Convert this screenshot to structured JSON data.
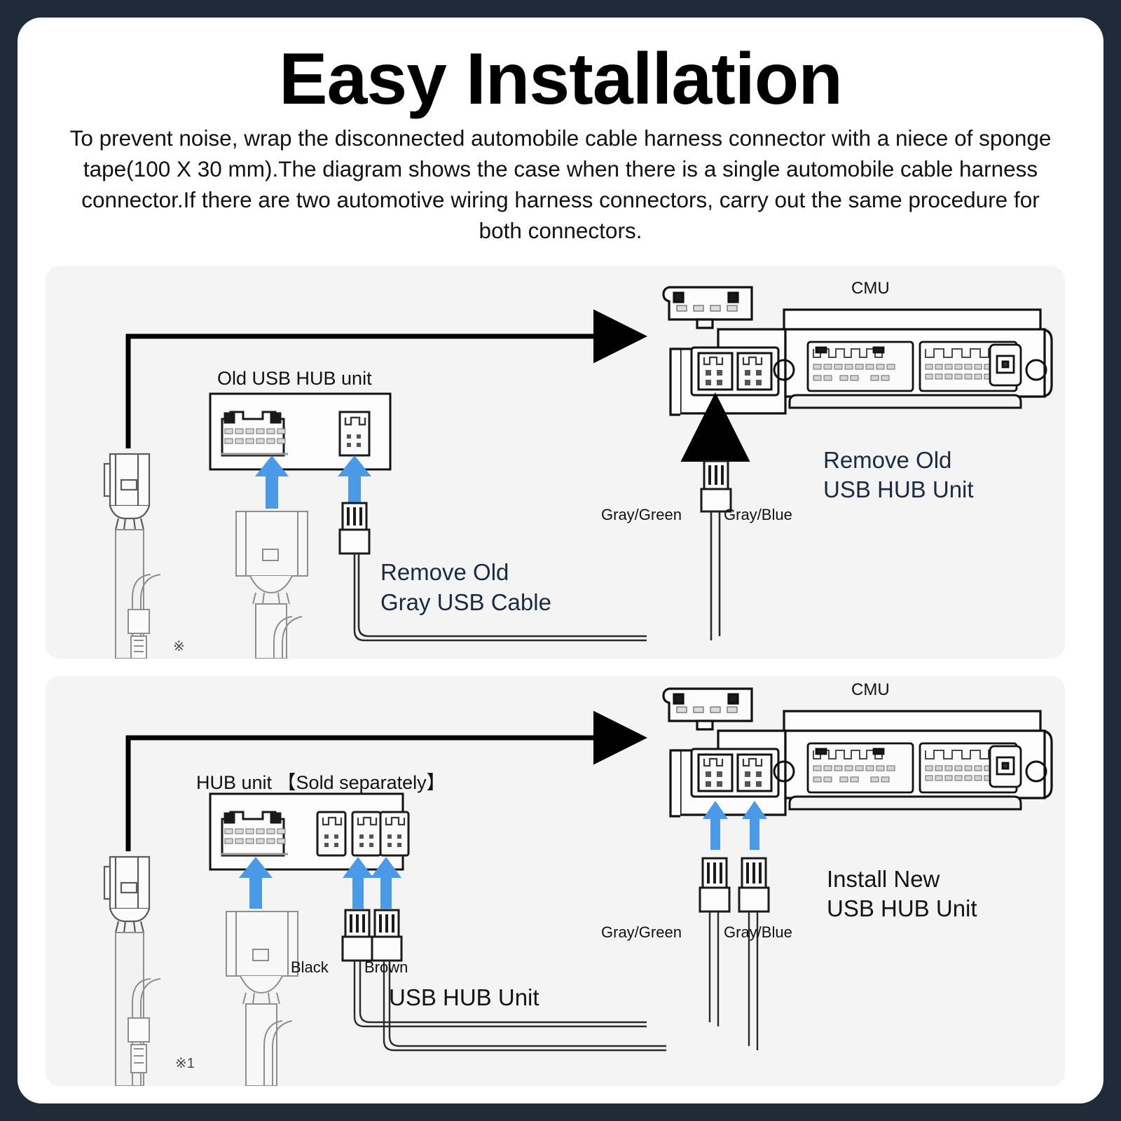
{
  "page": {
    "title": "Easy Installation",
    "intro": "To prevent noise, wrap the disconnected automobile cable harness connector with a niece of sponge tape(100 X 30 mm).The diagram shows the case when there is a single automobile cable harness connector.If there are two automotive wiring harness connectors, carry out the same procedure for both connectors.",
    "background_color": "#202b3a",
    "card_color": "#ffffff",
    "panel_color": "#f4f4f4",
    "arrow_blue": "#4a9ae8",
    "note_blue": "#1c2a41"
  },
  "panel_top": {
    "name": "remove-old-usb-hub-diagram",
    "hub_box_label": "Old USB HUB unit",
    "cmu_label": "CMU",
    "wire_labels": [
      "Gray/Green",
      "Gray/Blue"
    ],
    "note_cable_line1": "Remove Old",
    "note_cable_line2": "Gray USB Cable",
    "note_unit_line1": "Remove Old",
    "note_unit_line2": "USB HUB Unit",
    "reference_mark": "※"
  },
  "panel_bottom": {
    "name": "install-new-usb-hub-diagram",
    "hub_box_label": "HUB unit 【Sold separately】",
    "cmu_label": "CMU",
    "wire_labels": [
      "Gray/Green",
      "Gray/Blue"
    ],
    "connector_labels": [
      "Black",
      "Brown"
    ],
    "unit_caption": "USB HUB Unit",
    "note_unit_line1": "Install New",
    "note_unit_line2": "USB HUB Unit",
    "reference_mark": "※1"
  }
}
